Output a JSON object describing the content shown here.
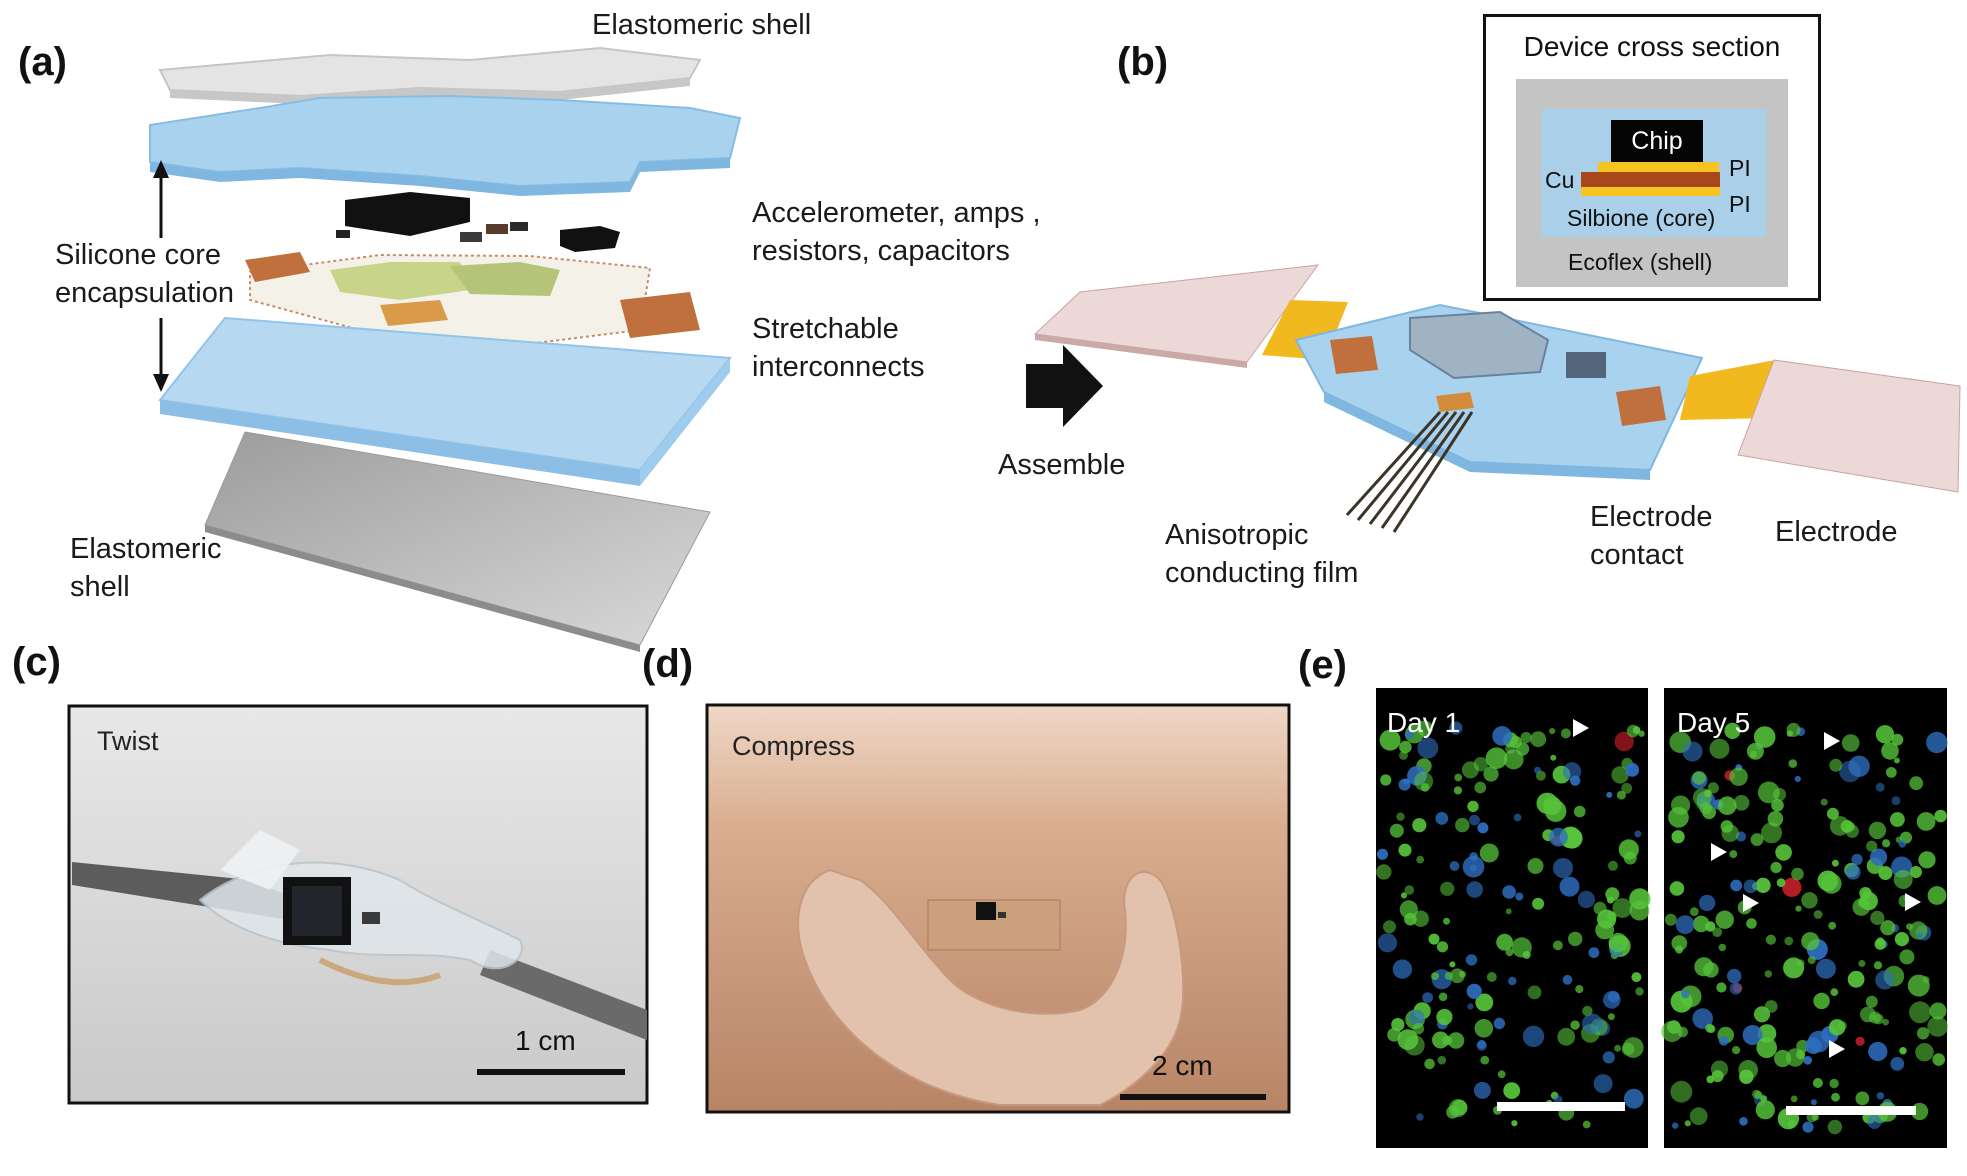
{
  "panels": {
    "a": {
      "label": "(a)",
      "top_shell": "Elastomeric shell",
      "core_line1": "Silicone core",
      "core_line2": "encapsulation",
      "components_line1": "Accelerometer, amps ,",
      "components_line2": "resistors, capacitors",
      "interconnects_line1": "Stretchable",
      "interconnects_line2": "interconnects",
      "bottom_shell_line1": "Elastomeric",
      "bottom_shell_line2": "shell"
    },
    "b": {
      "label": "(b)",
      "assemble": "Assemble",
      "acf_line1": "Anisotropic",
      "acf_line2": "conducting film",
      "contact_line1": "Electrode",
      "contact_line2": "contact",
      "electrode": "Electrode",
      "inset": {
        "title": "Device cross section",
        "chip": "Chip",
        "pi_top": "PI",
        "pi_bottom": "PI",
        "cu": "Cu",
        "core": "Silbione (core)",
        "shell": "Ecoflex (shell)"
      }
    },
    "c": {
      "label": "(c)",
      "caption": "Twist",
      "scale": "1 cm"
    },
    "d": {
      "label": "(d)",
      "caption": "Compress",
      "scale": "2 cm"
    },
    "e": {
      "label": "(e)",
      "day1": "Day 1",
      "day5": "Day 5"
    }
  },
  "colors": {
    "core_blue": "#a9cfe9",
    "shell_gray": "#c4c4c4",
    "copper": "#c0703c",
    "polyimide": "#f6c321",
    "cell_green": "#56c33a",
    "nucleus_blue": "#2e6fbf"
  }
}
